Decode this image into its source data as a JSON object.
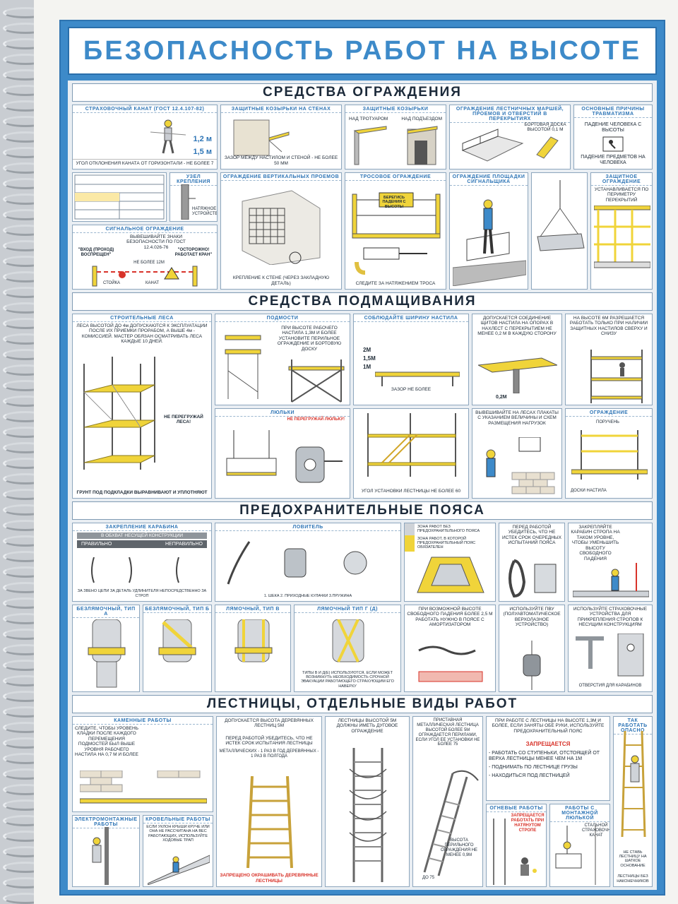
{
  "title": "БЕЗОПАСНОСТЬ РАБОТ НА ВЫСОТЕ",
  "sections": {
    "s1": "СРЕДСТВА ОГРАЖДЕНИЯ",
    "s2": "СРЕДСТВА ПОДМАЩИВАНИЯ",
    "s3": "ПРЕДОХРАНИТЕЛЬНЫЕ ПОЯСА",
    "s4": "ЛЕСТНИЦЫ, ОТДЕЛЬНЫЕ ВИДЫ РАБОТ"
  },
  "p1": {
    "a_head": "СТРАХОВОЧНЫЙ КАНАТ (ГОСТ 12.4.107-82)",
    "a_text": "УГОЛ ОТКЛОНЕНИЯ КАНАТА ОТ ГОРИЗОНТАЛИ - НЕ БОЛЕЕ 7",
    "a_v1": "1,2 м",
    "a_v2": "1,5 м",
    "b_head": "ЗАЩИТНЫЕ КОЗЫРЬКИ НА СТЕНАХ",
    "b_text": "ЗАЗОР МЕЖДУ НАСТИЛОМ И СТЕНОЙ - НЕ БОЛЕЕ 50 ММ",
    "c_head": "ЗАЩИТНЫЕ КОЗЫРЬКИ",
    "c_l": "НАД ТРОТУАРОМ",
    "c_r": "НАД ПОДЪЕЗДОМ",
    "d_head": "ОГРАЖДЕНИЕ ЛЕСТНИЧНЫХ МАРШЕЙ, ПРОЕМОВ И ОТВЕРСТИЙ В ПЕРЕКРЫТИЯХ",
    "d_text": "БОРТОВАЯ ДОСКА ВЫСОТОЙ 0,1 М",
    "e_head": "ОСНОВНЫЕ ПРИЧИНЫ ТРАВМАТИЗМА",
    "e_t1": "ПАДЕНИЕ ЧЕЛОВЕКА С ВЫСОТЫ",
    "e_t2": "ПАДЕНИЕ ПРЕДМЕТОВ НА ЧЕЛОВЕКА",
    "f_head": "УЗЕЛ КРЕПЛЕНИЯ",
    "f_text": "НАТЯЖНОЕ УСТРОЙСТВО",
    "g_head": "ОГРАЖДЕНИЕ ВЕРТИКАЛЬНЫХ ПРОЕМОВ",
    "g_text": "КРЕПЛЕНИЕ К СТЕНЕ (ЧЕРЕЗ ЗАКЛАДНУЮ ДЕТАЛЬ)",
    "h_head": "ТРОСОВОЕ ОГРАЖДЕНИЕ",
    "h_text": "СЛЕДИТЕ ЗА НАТЯЖЕНИЕМ ТРОСА",
    "h_sign": "БЕРЕГИСЬ ПАДЕНИЯ С ВЫСОТЫ",
    "i_head": "ОГРАЖДЕНИЕ ПЛОЩАДКИ СИГНАЛЬЩИКА",
    "j_head": "ЗАЩИТНОЕ ОГРАЖДЕНИЕ",
    "j_text": "УСТАНАВЛИВАЕТСЯ ПО ПЕРИМЕТРУ ПЕРЕКРЫТИЙ",
    "k_head": "СИГНАЛЬНОЕ ОГРАЖДЕНИЕ",
    "k_text": "ВЫВЕШИВАЙТЕ ЗНАКИ БЕЗОПАСНОСТИ ПО ГОСТ 12.4.026-76",
    "k_sign1": "\"ВХОД (ПРОХОД) ВОСПРЕЩЕН\"",
    "k_sign2": "\"ОСТОРОЖНО! РАБОТАЕТ КРАН\"",
    "k_dist": "НЕ БОЛЕЕ 12М",
    "k_canat": "КАНАТ",
    "k_stand": "СТОЙКА"
  },
  "p2": {
    "a_head": "СТРОИТЕЛЬНЫЕ ЛЕСА",
    "a_text": "ЛЕСА ВЫСОТОЙ ДО 4м ДОПУСКАЮТСЯ К ЭКСПЛУАТАЦИИ ПОСЛЕ ИХ ПРИЕМКИ ПРОРАБОМ, А ВЫШЕ 4м - КОМИССИЕЙ. МАСТЕР ОБЯЗАН ОСМАТРИВАТЬ ЛЕСА КАЖДЫЕ 10 ДНЕЙ.",
    "a_t2": "НЕ ПЕРЕГРУЖАЙ ЛЕСА!",
    "a_t3": "ГРУНТ ПОД ПОДКЛАДКИ ВЫРАВНИВАЮТ И УПЛОТНЯЮТ",
    "b_head": "ПОДМОСТИ",
    "b_text": "ПРИ ВЫСОТЕ РАБОЧЕГО НАСТИЛА 1,3М И БОЛЕЕ УСТАНОВИТЕ ПЕРИЛЬНОЕ ОГРАЖДЕНИЕ И БОРТОВУЮ ДОСКУ",
    "c_head": "СОБЛЮДАЙТЕ ШИРИНУ НАСТИЛА",
    "c_v1": "2М",
    "c_v2": "1,5М",
    "c_v3": "1М",
    "c_text": "ЗАЗОР НЕ БОЛЕЕ",
    "d_text": "ДОПУСКАЕТСЯ СОЕДИНЕНИЕ ЩИТОВ НАСТИЛА НА ОПОРАХ В НАХЛЕСТ С ПЕРЕКРЫТИЕМ НЕ МЕНЕЕ 0,2 М В КАЖДУЮ СТОРОНУ",
    "d_v": "0,2М",
    "e_text": "НА ВЫСОТЕ 6М РАЗРЕШАЕТСЯ РАБОТАТЬ ТОЛЬКО ПРИ НАЛИЧИИ ЗАЩИТНЫХ НАСТИЛОВ СВЕРХУ И СНИЗУ",
    "f_head": "ЛЮЛЬКИ",
    "f_text": "НЕ ПЕРЕГРУЖАЙ ЛЮЛЬКУ!",
    "g_text": "УГОЛ УСТАНОВКИ ЛЕСТНИЦЫ НЕ БОЛЕЕ 60",
    "h_text": "ВЫВЕШИВАЙТЕ НА ЛЕСАХ ПЛАКАТЫ С УКАЗАНИЕМ ВЕЛИЧИНЫ И СХЕМ РАЗМЕЩЕНИЯ НАГРУЗОК",
    "i_head": "ОГРАЖДЕНИЕ",
    "i_t1": "ПОРУЧЕНЬ",
    "i_t2": "ДОСКИ НАСТИЛА"
  },
  "p3": {
    "a_head": "ЗАКРЕПЛЕНИЕ КАРАБИНА",
    "a_sub": "В ОБХВАТ НЕСУЩЕЙ КОНСТРУКЦИИ",
    "a_ok": "ПРАВИЛЬНО",
    "a_bad": "НЕПРАВИЛЬНО",
    "a_text": "ЗА ЗВЕНО ЦЕПИ   ЗА ДЕТАЛЬ УДЛИНИТЕЛЯ   НЕПОСРЕДСТВЕННО ЗА СТРОП",
    "b_head": "ЛОВИТЕЛЬ",
    "b_text": "1. ШЕКА  2. ПРИХОДНЫЕ КУЛАЧКИ  3.ПРУЖИНА",
    "c_t1": "ЗОНА РАБОТ БЕЗ ПРЕДОХРАНИТЕЛЬНОГО ПОЯСА",
    "c_t2": "ЗОНА РАБОТ, В КОТОРОЙ ПРЕДОХРАНИТЕЛЬНЫЙ ПОЯС ОБЯЗАТЕЛЕН",
    "d_text": "ПЕРЕД РАБОТОЙ УБЕДИТЕСЬ, ЧТО НЕ ИСТЕК СРОК ОЧЕРЕДНЫХ ИСПЫТАНИЙ ПОЯСА",
    "e_text": "ЗАКРЕПЛЯЙТЕ КАРАБИН СТРОПА НА ТАКОМ УРОВНЕ, ЧТОБЫ УМЕНЬШИТЬ ВЫСОТУ СВОБОДНОГО ПАДЕНИЯ",
    "f_head": "БЕЗЛЯМОЧНЫЙ, ТИП А",
    "g_head": "БЕЗЛЯМОЧНЫЙ, ТИП Б",
    "h_head": "ЛЯМОЧНЫЙ, ТИП В",
    "i_head": "ЛЯМОЧНЫЙ ТИП Г (Д)",
    "j_text": "ТИПЫ В И Д(Е) ИСПОЛЬЗУЮТСЯ, ЕСЛИ МОЖЕТ ВОЗНИКНУТЬ НЕОБХОДИМОСТЬ СРОЧНОЙ ЭВАКУАЦИИ РАБОТАЮЩЕГО СТРАХУЮЩИМ ЕГО НАВЕРХУ",
    "k_text": "ПРИ ВОЗМОЖНОЙ ВЫСОТЕ СВОБОДНОГО ПАДЕНИЯ БОЛЕЕ 2,5 М РАБОТАТЬ НУЖНО В ПОЯСЕ С АМОРТИЗАТОРОМ",
    "l_text": "ИСПОЛЬЗУЙТЕ ПВУ (ПОЛУАВТОМАТИЧЕСКОЕ ВЕРХОЛАЗНОЕ УСТРОЙСТВО)",
    "m_text": "ИСПОЛЬЗУЙТЕ СТРАХОВОЧНЫЕ УСТРОЙСТВА ДЛЯ ПРИКРЕПЛЕНИЯ СТРОПОВ К НЕСУЩИМ КОНСТРУКЦИЯМ",
    "m_t2": "ОТВЕРСТИЯ ДЛЯ КАРАБИНОВ"
  },
  "p4": {
    "a_head": "КАМЕННЫЕ РАБОТЫ",
    "a_text": "СЛЕДИТЕ, ЧТОБЫ УРОВЕНЬ КЛАДКИ ПОСЛЕ КАЖДОГО ПЕРЕМЕЩЕНИЯ ПОДМОСТЕЙ БЫЛ ВЫШЕ УРОВНЯ РАБОЧЕГО НАСТИЛА НА 0,7 М И БОЛЕЕ",
    "b_text": "ДОПУСКАЕТСЯ ВЫСОТА ДЕРЕВЯННЫХ ЛЕСТНИЦ 5М",
    "b_t2": "ПЕРЕД РАБОТОЙ УБЕДИТЕСЬ, ЧТО НЕ ИСТЕК СРОК ИСПЫТАНИЯ ЛЕСТНИЦЫ",
    "b_t3": "МЕТАЛЛИЧЕСКИХ - 1 РАЗ В ГОД  ДЕРЕВЯННЫХ - 1 РАЗ В ПОЛГОДА",
    "b_t4": "ЗАПРЕЩЕНО ОКРАШИВАТЬ ДЕРЕВЯННЫЕ ЛЕСТНИЦЫ",
    "c_text": "ЛЕСТНИЦЫ ВЫСОТОЙ 5М ДОЛЖНЫ ИМЕТЬ ДУГОВОЕ ОГРАЖДЕНИЕ",
    "d_text": "ПРИСТАВНАЯ МЕТАЛЛИЧЕСКАЯ ЛЕСТНИЦА ВЫСОТОЙ БОЛЕЕ 5М ОГРАЖДАЕТСЯ ПЕРИЛАМИ, ЕСЛИ УГОЛ ЕЕ УСТАНОВКИ НЕ БОЛЕЕ 75",
    "d_t2": "ВЫСОТА ПЕРИЛЬНОГО ОГРАЖДЕНИЯ НЕ МЕНЕЕ 0,9М",
    "d_t3": "ДО 75",
    "e_text": "ПРИ РАБОТЕ С ЛЕСТНИЦЫ НА ВЫСОТЕ 1,3М И БОЛЕЕ, ЕСЛИ ЗАНЯТЫ ОБЕ РУКИ, ИСПОЛЬЗУЙТЕ ПРЕДОХРАНИТЕЛЬНЫЙ ПОЯС",
    "e_forbid": "ЗАПРЕЩАЕТСЯ",
    "e_f1": "- РАБОТАТЬ СО СТУПЕНЬКИ, ОТСТОЯЩЕЙ ОТ ВЕРХА ЛЕСТНИЦЫ МЕНЕЕ ЧЕМ НА 1М",
    "e_f2": "- ПОДНИМАТЬ ПО ЛЕСТНИЦЕ ГРУЗЫ",
    "e_f3": "- НАХОДИТЬСЯ ПОД ЛЕСТНИЦЕЙ",
    "f_head": "ТАК РАБОТАТЬ ОПАСНО",
    "f_text": "НЕ СТАВЬ ЛЕСТНИЦУ НА ШАТКОЕ ОСНОВАНИЕ",
    "f_t2": "ЛЕСТНИЦЫ БЕЗ НАКОНЕЧНИКОВ",
    "g_head": "ЭЛЕКТРОМОНТАЖНЫЕ РАБОТЫ",
    "h_head": "КРОВЕЛЬНЫЕ РАБОТЫ",
    "h_text": "ЕСЛИ УКЛОН КРЫШИ КРУЧЕ ИЛИ ОНА НЕ РАССЧИТАНА НА ВЕС РАБОТАЮЩИХ, ИСПОЛЬЗУЙТЕ ХОДОВЫЕ ТРАП",
    "i_head": "ОГНЕВЫЕ РАБОТЫ",
    "i_text": "ЗАПРЕЩАЕТСЯ РАБОТАТЬ ПРИ НАТЯНУТОМ СТРОПЕ",
    "j_head": "РАБОТЫ С МОНТАЖНОЙ ЛЮЛЬКОЙ",
    "j_text": "СТАЛЬНОЙ СТРАХОВОЧНЫЙ КАНАТ"
  },
  "colors": {
    "frame": "#3d8ac9",
    "accent_yellow": "#f0d43a",
    "danger_red": "#d8332a"
  }
}
